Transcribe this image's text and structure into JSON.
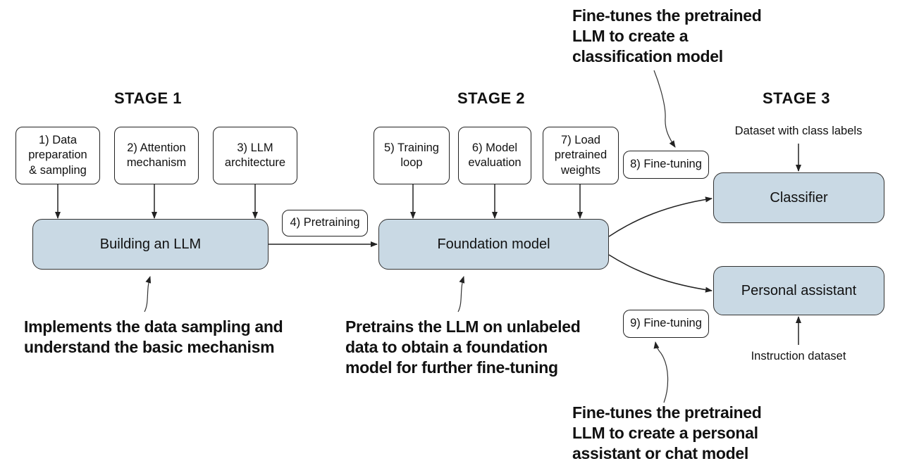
{
  "stages": {
    "stage1": "STAGE 1",
    "stage2": "STAGE 2",
    "stage3": "STAGE 3"
  },
  "steps": {
    "s1": "1) Data\npreparation\n& sampling",
    "s2": "2) Attention\nmechanism",
    "s3": "3) LLM\narchitecture",
    "s4": "4) Pretraining",
    "s5": "5) Training\nloop",
    "s6": "6) Model\nevaluation",
    "s7": "7) Load\npretrained\nweights",
    "s8": "8) Fine-tuning",
    "s9": "9) Fine-tuning"
  },
  "boxes": {
    "build": "Building an LLM",
    "foundation": "Foundation model",
    "classifier": "Classifier",
    "assistant": "Personal assistant"
  },
  "inputs": {
    "class_labels": "Dataset with class labels",
    "instruction": "Instruction dataset"
  },
  "notes": {
    "stage1": "Implements the data sampling and\nunderstand the basic mechanism",
    "stage2": "Pretrains the LLM on unlabeled\ndata to obtain a foundation\nmodel for further fine-tuning",
    "classification": "Fine-tunes the pretrained\nLLM to create a\nclassification model",
    "assistant": "Fine-tunes the pretrained\nLLM to create a personal\nassistant or chat model"
  },
  "colors": {
    "main_fill": "#c9d9e4",
    "line": "#222222"
  }
}
